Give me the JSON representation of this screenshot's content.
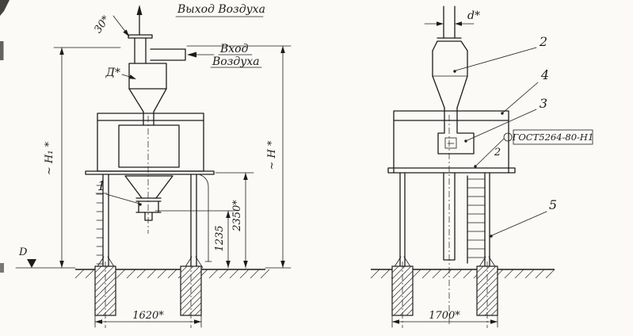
{
  "left_view": {
    "air_outlet_label": "Выход Воздуха",
    "air_inlet_line1": "Вход",
    "air_inlet_line2": "Воздуха",
    "dim_30": "30*",
    "dim_diameter": "Д*",
    "part_1": "1",
    "dim_h1": "~ H₁ *",
    "datum_label": "D",
    "dim_2350": "2350*",
    "dim_1235": "1235",
    "dim_1620": "1620*",
    "dim_h": "~ H *"
  },
  "right_view": {
    "dim_d": "d*",
    "part_2": "2",
    "part_4": "4",
    "part_3": "3",
    "weld_spec": "ГОСТ5264-80-Н1",
    "weld_callout_num": "2",
    "part_5": "5",
    "dim_1700": "1700*"
  }
}
